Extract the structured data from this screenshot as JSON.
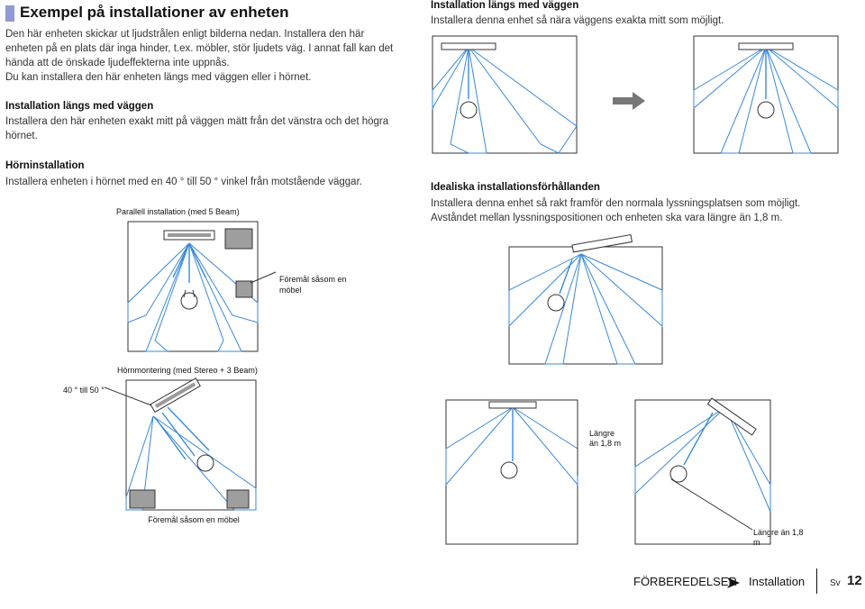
{
  "header": {
    "title": "Exempel på installationer av enheten"
  },
  "intro": {
    "para1": "Den här enheten skickar ut ljudstrålen enligt bilderna nedan. Installera den här enheten på en plats där inga hinder, t.ex. möbler, stör ljudets väg. I annat fall kan det hända att de önskade ljudeffekterna inte uppnås.",
    "para2": "Du kan installera den här enheten längs med väggen eller i hörnet."
  },
  "wall_section": {
    "heading": "Installation längs med väggen",
    "text": "Installera den här enheten exakt mitt på väggen mätt från det vänstra och det högra hörnet."
  },
  "corner_section": {
    "heading": "Hörninstallation",
    "text": "Installera enheten i hörnet med en 40 ° till 50 ° vinkel från motstående väggar."
  },
  "diagram_parallel": {
    "caption": "Parallell installation (med 5 Beam)",
    "callout": "Föremål såsom en möbel"
  },
  "diagram_corner": {
    "caption": "Hörnmontering (med Stereo + 3 Beam)",
    "angle_label": "40 ° till 50 °",
    "callout": "Föremål såsom en möbel"
  },
  "right_wall": {
    "heading": "Installation längs med väggen",
    "text": "Installera denna enhet så nära väggens exakta mitt som möjligt."
  },
  "ideal_section": {
    "heading": "Idealiska installationsförhållanden",
    "line1": "Installera denna enhet så rakt framför den normala lyssningsplatsen som möjligt.",
    "line2": "Avståndet mellan lyssningspositionen och enheten ska vara längre än 1,8 m."
  },
  "ideal_diagram": {
    "distance_label_1": "Längre än 1,8 m",
    "distance_label_2": "Längre än 1,8 m"
  },
  "footer": {
    "chapter": "FÖRBEREDELSER",
    "section": "Installation",
    "lang": "Sv",
    "page": "12"
  },
  "colors": {
    "accent": "#8f9ad6",
    "beam": "#3a8ad8"
  }
}
